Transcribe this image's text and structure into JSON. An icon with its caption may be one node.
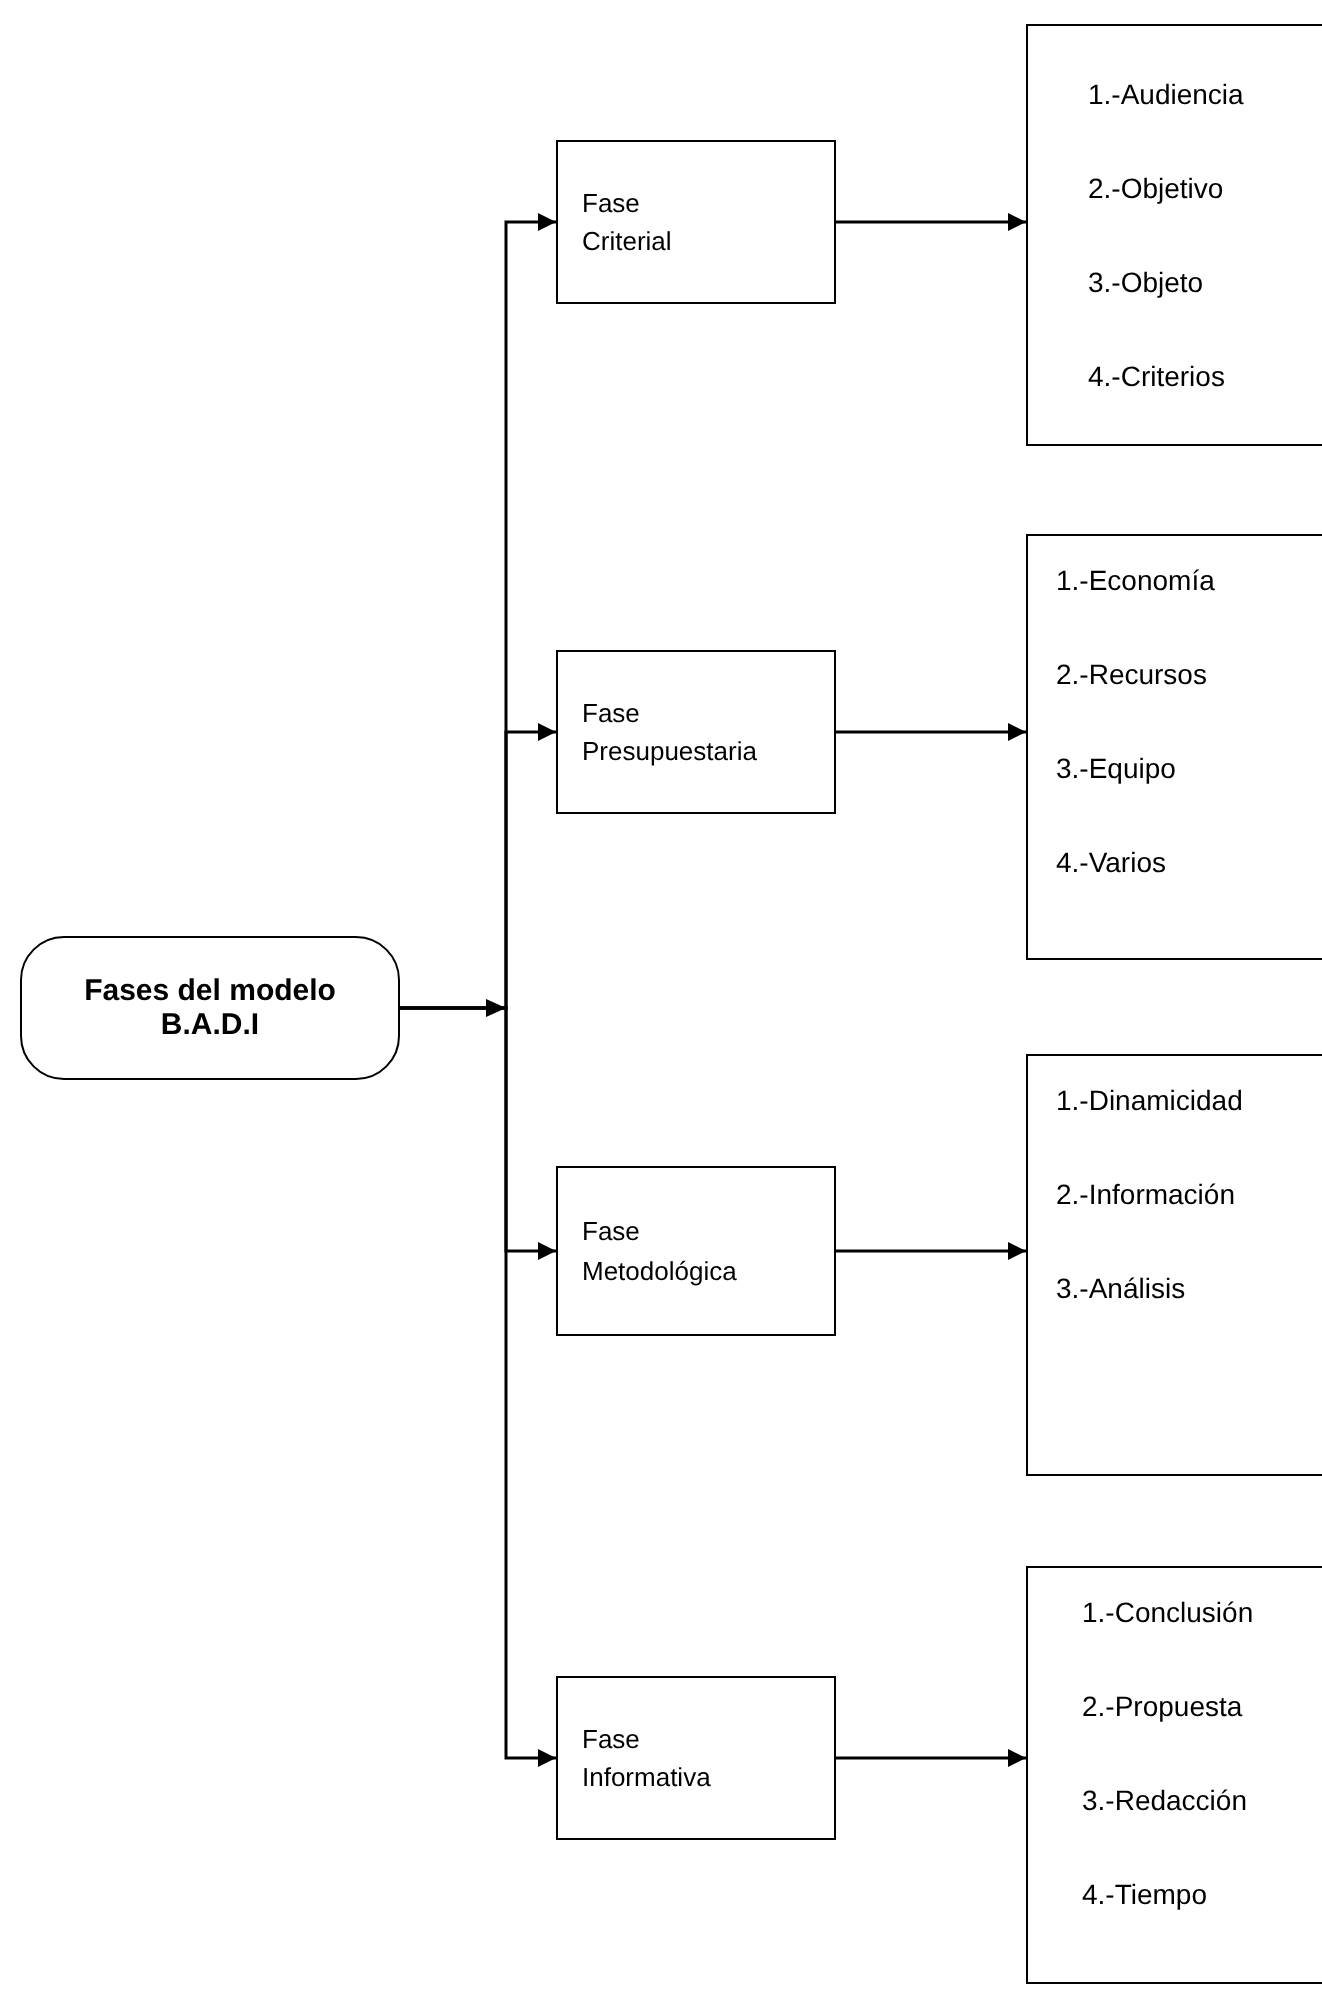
{
  "diagram": {
    "nodes": [
      {
        "text": [
          "Fases del modelo B.A.D.I"
        ]
      },
      {
        "text": [
          "Fase Criterial"
        ]
      },
      {
        "text": [
          "1.-Audiencia",
          "2.-Objetivo",
          "3.-Objeto",
          "4.-Criterios"
        ]
      },
      {
        "text": [
          "Fase Presupuestaria"
        ]
      },
      {
        "text": [
          "1.-Economía",
          "2.-Recursos",
          "3.-Equipo",
          "4.-Varios"
        ]
      },
      {
        "text": [
          "Fase Metodológica"
        ]
      },
      {
        "text": [
          "1.-Dinamicidad",
          "2.-Información",
          "3.-Análisis"
        ]
      },
      {
        "text": [
          "Fase Informativa"
        ]
      },
      {
        "text": [
          "1.-Conclusión",
          "2.-Propuesta",
          "3.-Redacción",
          "4.-Tiempo"
        ]
      }
    ],
    "edges": [
      {
        "from": 0,
        "to": 1,
        "arrow": "to"
      },
      {
        "from": 0,
        "to": 3,
        "arrow": "to"
      },
      {
        "from": 0,
        "to": 5,
        "arrow": "to"
      },
      {
        "from": 0,
        "to": 7,
        "arrow": "to"
      },
      {
        "from": 1,
        "to": 2,
        "arrow": "to"
      },
      {
        "from": 3,
        "to": 4,
        "arrow": "to"
      },
      {
        "from": 5,
        "to": 6,
        "arrow": "to"
      },
      {
        "from": 7,
        "to": 8,
        "arrow": "to"
      }
    ]
  }
}
